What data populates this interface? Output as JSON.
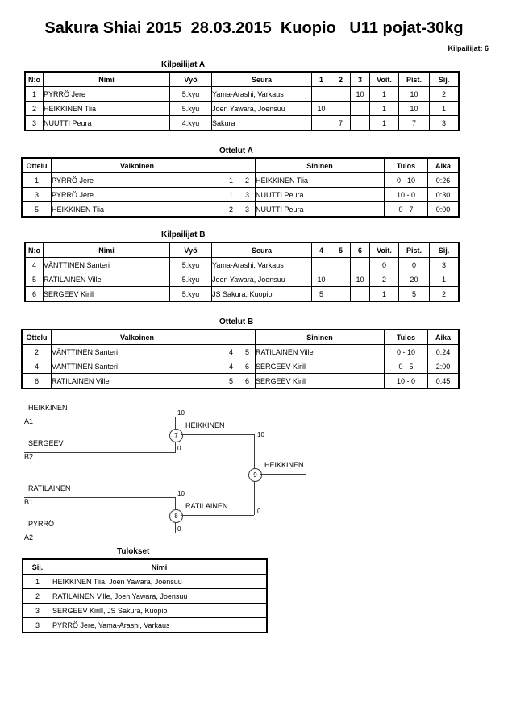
{
  "header": {
    "title": "Sakura Shiai 2015  28.03.2015  Kuopio   U11 pojat-30kg",
    "entrants": "Kilpailijat: 6"
  },
  "pool_a": {
    "caption": "Kilpailijat A",
    "columns": [
      "N:o",
      "Nimi",
      "Vyö",
      "Seura",
      "1",
      "2",
      "3",
      "Voit.",
      "Pist.",
      "Sij."
    ],
    "rows": [
      {
        "no": "1",
        "name": "PYRRÖ Jere",
        "belt": "5.kyu",
        "club": "Yama-Arashi, Varkaus",
        "m1": "",
        "m2": "",
        "m3": "10",
        "wins": "1",
        "points": "10",
        "rank": "2"
      },
      {
        "no": "2",
        "name": "HEIKKINEN Tiia",
        "belt": "5.kyu",
        "club": "Joen Yawara, Joensuu",
        "m1": "10",
        "m2": "",
        "m3": "",
        "wins": "1",
        "points": "10",
        "rank": "1"
      },
      {
        "no": "3",
        "name": "NUUTTI Peura",
        "belt": "4.kyu",
        "club": "Sakura",
        "m1": "",
        "m2": "7",
        "m3": "",
        "wins": "1",
        "points": "7",
        "rank": "3"
      }
    ]
  },
  "matches_a": {
    "caption": "Ottelut A",
    "columns": [
      "Ottelu",
      "Valkoinen",
      "Sininen",
      "Tulos",
      "Aika"
    ],
    "rows": [
      {
        "no": "1",
        "white": "PYRRÖ Jere",
        "wnum": "1",
        "bnum": "2",
        "blue": "HEIKKINEN Tiia",
        "result": "0 - 10",
        "time": "0:26"
      },
      {
        "no": "3",
        "white": "PYRRÖ Jere",
        "wnum": "1",
        "bnum": "3",
        "blue": "NUUTTI Peura",
        "result": "10 - 0",
        "time": "0:30"
      },
      {
        "no": "5",
        "white": "HEIKKINEN Tiia",
        "wnum": "2",
        "bnum": "3",
        "blue": "NUUTTI Peura",
        "result": "0 - 7",
        "time": "0:00"
      }
    ]
  },
  "pool_b": {
    "caption": "Kilpailijat B",
    "columns": [
      "N:o",
      "Nimi",
      "Vyö",
      "Seura",
      "4",
      "5",
      "6",
      "Voit.",
      "Pist.",
      "Sij."
    ],
    "rows": [
      {
        "no": "4",
        "name": "VÄNTTINEN Santeri",
        "belt": "5.kyu",
        "club": "Yama-Arashi, Varkaus",
        "m1": "",
        "m2": "",
        "m3": "",
        "wins": "0",
        "points": "0",
        "rank": "3"
      },
      {
        "no": "5",
        "name": "RATILAINEN Ville",
        "belt": "5.kyu",
        "club": "Joen Yawara, Joensuu",
        "m1": "10",
        "m2": "",
        "m3": "10",
        "wins": "2",
        "points": "20",
        "rank": "1"
      },
      {
        "no": "6",
        "name": "SERGEEV Kirill",
        "belt": "5.kyu",
        "club": "JS Sakura, Kuopio",
        "m1": "5",
        "m2": "",
        "m3": "",
        "wins": "1",
        "points": "5",
        "rank": "2"
      }
    ]
  },
  "matches_b": {
    "caption": "Ottelut B",
    "columns": [
      "Ottelu",
      "Valkoinen",
      "Sininen",
      "Tulos",
      "Aika"
    ],
    "rows": [
      {
        "no": "2",
        "white": "VÄNTTINEN Santeri",
        "wnum": "4",
        "bnum": "5",
        "blue": "RATILAINEN Ville",
        "result": "0 - 10",
        "time": "0:24"
      },
      {
        "no": "4",
        "white": "VÄNTTINEN Santeri",
        "wnum": "4",
        "bnum": "6",
        "blue": "SERGEEV Kirill",
        "result": "0 - 5",
        "time": "2:00"
      },
      {
        "no": "6",
        "white": "RATILAINEN Ville",
        "wnum": "5",
        "bnum": "6",
        "blue": "SERGEEV Kirill",
        "result": "10 - 0",
        "time": "0:45"
      }
    ]
  },
  "bracket": {
    "entries": [
      {
        "name": "HEIKKINEN",
        "seed": "A1"
      },
      {
        "name": "SERGEEV",
        "seed": "B2"
      },
      {
        "name": "RATILAINEN",
        "seed": "B1"
      },
      {
        "name": "PYRRÖ",
        "seed": "A2"
      }
    ],
    "semifinal_1": {
      "node": "7",
      "winner": "HEIKKINEN",
      "top_score": "10",
      "bottom_score": "0"
    },
    "semifinal_2": {
      "node": "8",
      "winner": "RATILAINEN",
      "top_score": "10",
      "bottom_score": "0"
    },
    "final": {
      "node": "9",
      "winner": "HEIKKINEN",
      "top_score": "10",
      "bottom_score": "0"
    }
  },
  "results": {
    "caption": "Tulokset",
    "columns": [
      "Sij.",
      "Nimi"
    ],
    "rows": [
      {
        "rank": "1",
        "name": "HEIKKINEN Tiia, Joen Yawara, Joensuu"
      },
      {
        "rank": "2",
        "name": "RATILAINEN Ville, Joen Yawara, Joensuu"
      },
      {
        "rank": "3",
        "name": "SERGEEV Kirill, JS Sakura, Kuopio"
      },
      {
        "rank": "3",
        "name": "PYRRÖ Jere, Yama-Arashi, Varkaus"
      }
    ]
  }
}
